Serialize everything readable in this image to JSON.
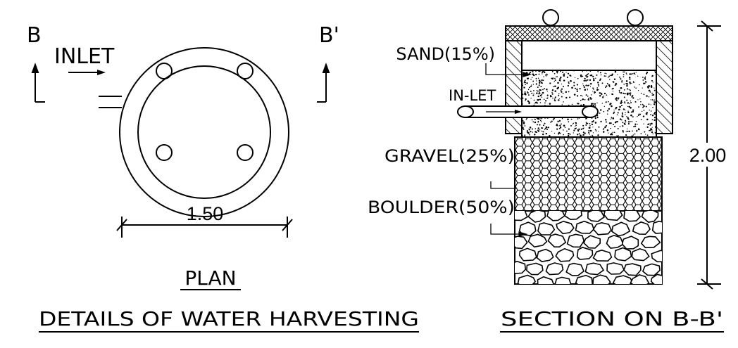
{
  "plan": {
    "mark_left": "B",
    "mark_right": "B'",
    "inlet_label": "INLET",
    "dimension": "1.50",
    "title": "PLAN"
  },
  "section": {
    "labels": {
      "sand": "SAND(15%)",
      "inlet": "IN-LET",
      "gravel": "GRAVEL(25%)",
      "boulder": "BOULDER(50%)"
    },
    "height_dimension": "2.00",
    "title": "SECTION ON B-B'"
  },
  "footer_title": "DETAILS OF WATER HARVESTING"
}
